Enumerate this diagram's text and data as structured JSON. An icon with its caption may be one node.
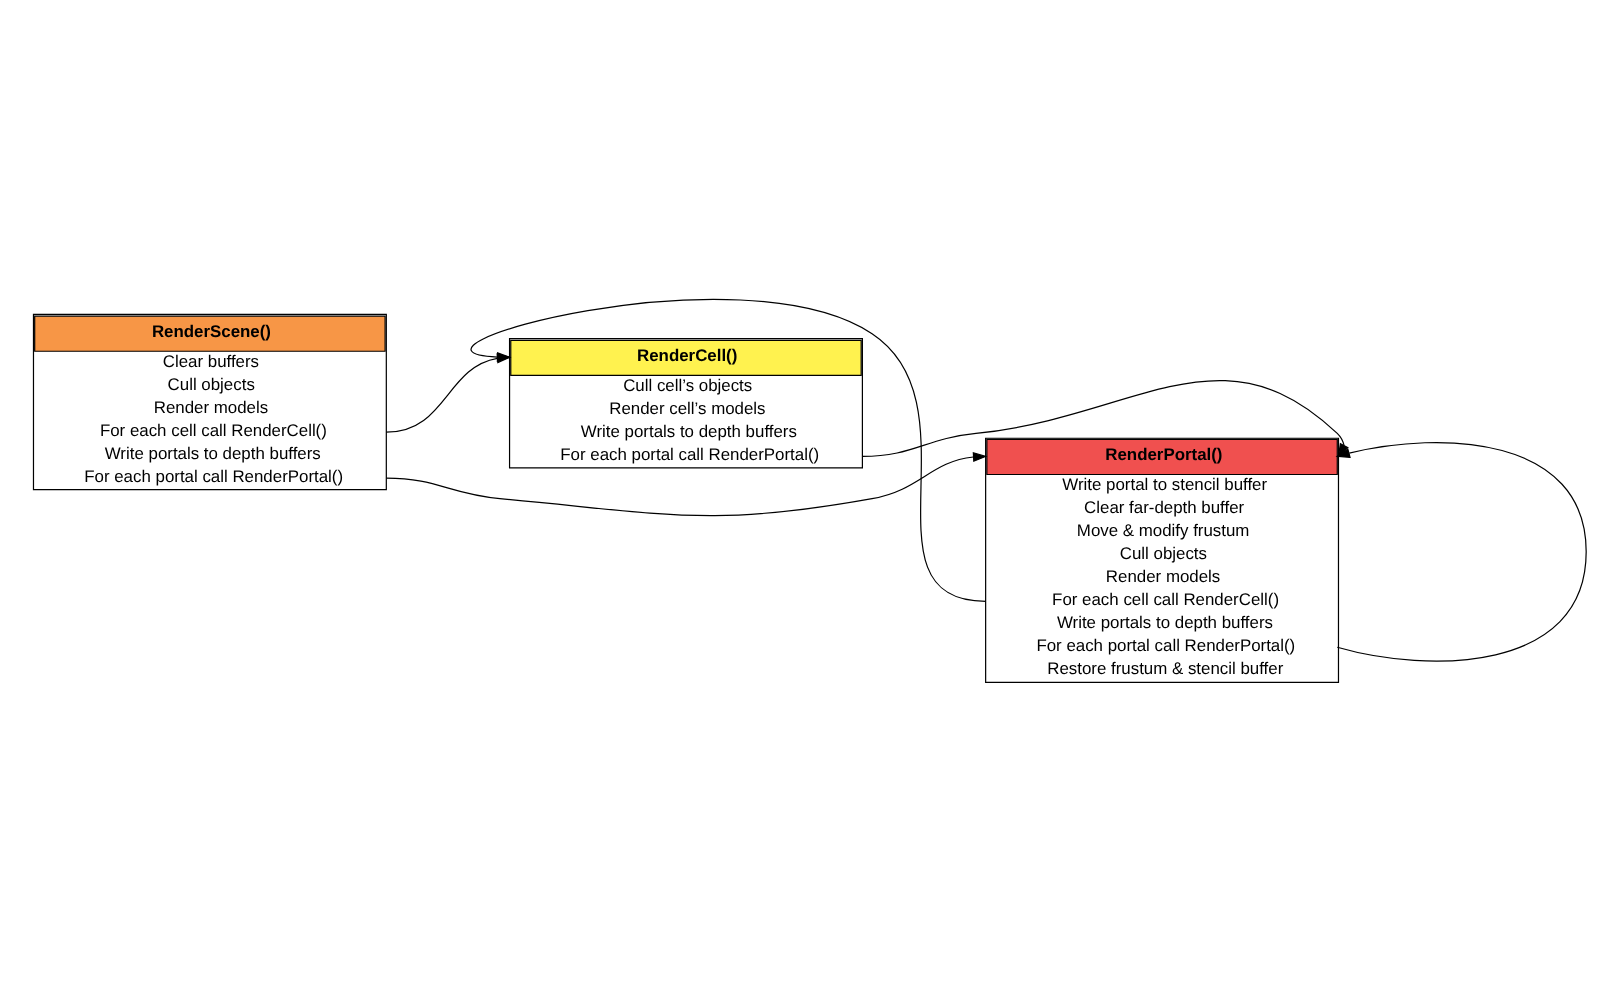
{
  "diagram": {
    "nodes": [
      {
        "text": [
          "RenderScene()",
          "Clear buffers",
          "Cull objects",
          "Render models",
          "For each cell call RenderCell()",
          "Write portals to depth buffers",
          "For each portal call RenderPortal()"
        ]
      },
      {
        "text": [
          "RenderCell()",
          "Cull cell’s objects",
          "Render cell’s models",
          "Write portals to depth buffers",
          "For each portal call RenderPortal()"
        ]
      },
      {
        "text": [
          "RenderPortal()",
          "Write portal to stencil buffer",
          "Clear far-depth buffer",
          "Move & modify frustum",
          "Cull objects",
          "Render models",
          "For each cell call RenderCell()",
          "Write portals to depth buffers",
          "For each portal call RenderPortal()",
          "Restore frustum & stencil buffer"
        ]
      }
    ],
    "edges": [
      {
        "from": 0,
        "to": 1,
        "arrow": "to"
      },
      {
        "from": 0,
        "to": 2,
        "arrow": "to"
      },
      {
        "from": 2,
        "to": 1,
        "arrow": "to"
      },
      {
        "from": 1,
        "to": 2,
        "arrow": "to"
      },
      {
        "from": 2,
        "to": 2,
        "arrow": "to"
      }
    ]
  }
}
